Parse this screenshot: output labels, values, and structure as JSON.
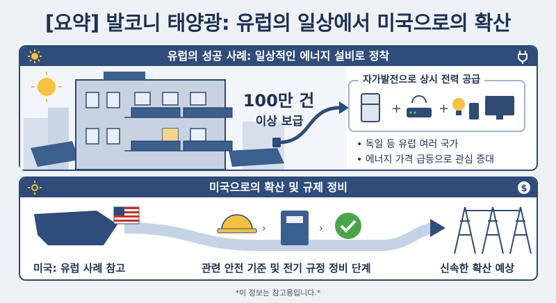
{
  "title": "[요약] 발코니 태양광: 유럽의 일상에서 미국으로의 확산",
  "section1": {
    "header": "유럽의 성공 사례: 일상적인 에너지 설비로 정착",
    "stat_big": "100만 건",
    "stat_sub": "이상 보급",
    "box_title": "자가발전으로 상시 전력 공급",
    "bullets": [
      "• 독일 등 유럽 여러 국가",
      "• 에너지 가격 급등으로 관심 증대"
    ]
  },
  "section2": {
    "header": "미국으로의 확산 및 규제 정비",
    "caption_left": "미국: 유럽 사례 참고",
    "caption_mid": "관련 안전 기준 및 전기 규정 정비 단계",
    "caption_right": "신속한 확산 예상"
  },
  "footer": "*이 정보는 참고용입니다.*",
  "colors": {
    "header_bar": "#2f4c7a",
    "accent_blue": "#3b5f8f",
    "panel_border": "#2f4a73"
  },
  "icons": [
    "sun-icon",
    "plug-icon",
    "dollar-icon",
    "refrigerator-icon",
    "router-icon",
    "lightbulb-icon",
    "phone-icon",
    "tv-icon",
    "hard-hat-icon",
    "manual-icon",
    "check-icon",
    "power-tower-icon",
    "us-flag-icon",
    "us-map-icon"
  ]
}
